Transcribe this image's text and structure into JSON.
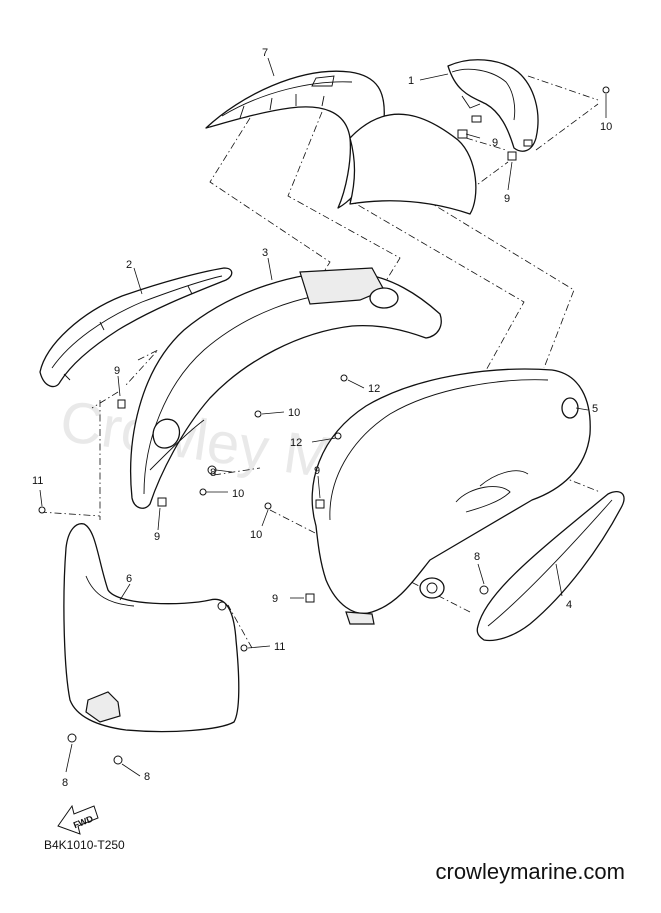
{
  "watermark": "Crowley Marine",
  "diagram_code": "B4K1010-T250",
  "website": "crowleymarine.com",
  "fwd_arrow_label": "FWD",
  "callouts": [
    {
      "id": "c1",
      "text": "1"
    },
    {
      "id": "c2",
      "text": "2"
    },
    {
      "id": "c3",
      "text": "3"
    },
    {
      "id": "c4",
      "text": "4"
    },
    {
      "id": "c5",
      "text": "5"
    },
    {
      "id": "c6",
      "text": "6"
    },
    {
      "id": "c7",
      "text": "7"
    },
    {
      "id": "c8a",
      "text": "8"
    },
    {
      "id": "c8b",
      "text": "8"
    },
    {
      "id": "c8c",
      "text": "8"
    },
    {
      "id": "c8d",
      "text": "8"
    },
    {
      "id": "c9a",
      "text": "9"
    },
    {
      "id": "c9b",
      "text": "9"
    },
    {
      "id": "c9c",
      "text": "9"
    },
    {
      "id": "c9d",
      "text": "9"
    },
    {
      "id": "c9e",
      "text": "9"
    },
    {
      "id": "c9f",
      "text": "9"
    },
    {
      "id": "c10a",
      "text": "10"
    },
    {
      "id": "c10b",
      "text": "10"
    },
    {
      "id": "c10c",
      "text": "10"
    },
    {
      "id": "c10d",
      "text": "10"
    },
    {
      "id": "c11a",
      "text": "11"
    },
    {
      "id": "c11b",
      "text": "11"
    },
    {
      "id": "c12a",
      "text": "12"
    },
    {
      "id": "c12b",
      "text": "12"
    }
  ]
}
